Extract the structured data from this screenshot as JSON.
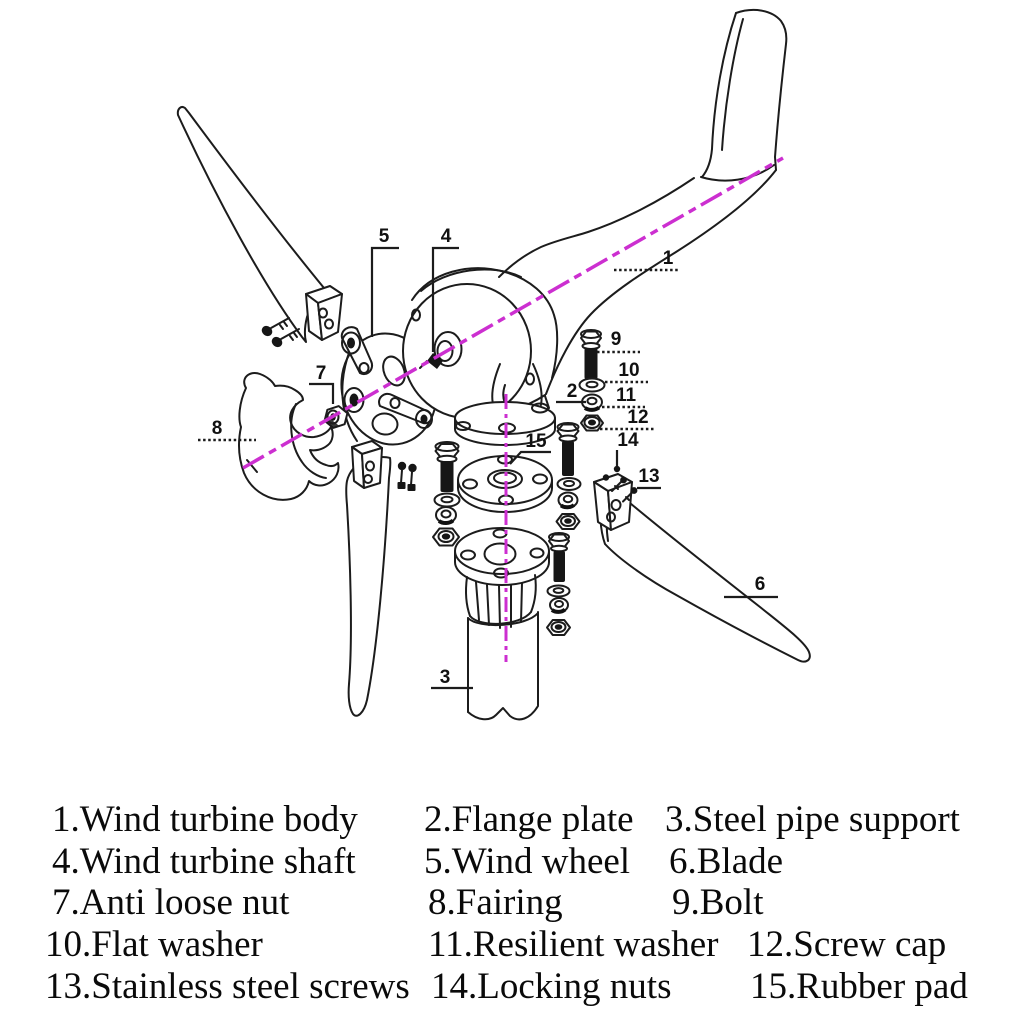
{
  "figure": {
    "type": "exploded-parts-diagram",
    "axis_color": "#cc2fd0",
    "line_color": "#1c1c1c",
    "part_labels": [
      "1",
      "2",
      "3",
      "4",
      "5",
      "6",
      "7",
      "8",
      "9",
      "10",
      "11",
      "12",
      "13",
      "14",
      "15"
    ]
  },
  "legend": {
    "rows": [
      [
        "1.Wind turbine body",
        "2.Flange plate",
        "3.Steel pipe support"
      ],
      [
        "4.Wind turbine shaft",
        "5.Wind wheel",
        "6.Blade"
      ],
      [
        "7.Anti loose nut",
        "8.Fairing",
        "9.Bolt"
      ],
      [
        "10.Flat washer",
        "11.Resilient washer",
        "12.Screw cap"
      ],
      [
        "13.Stainless steel screws",
        "14.Locking nuts",
        "15.Rubber pad"
      ]
    ]
  }
}
